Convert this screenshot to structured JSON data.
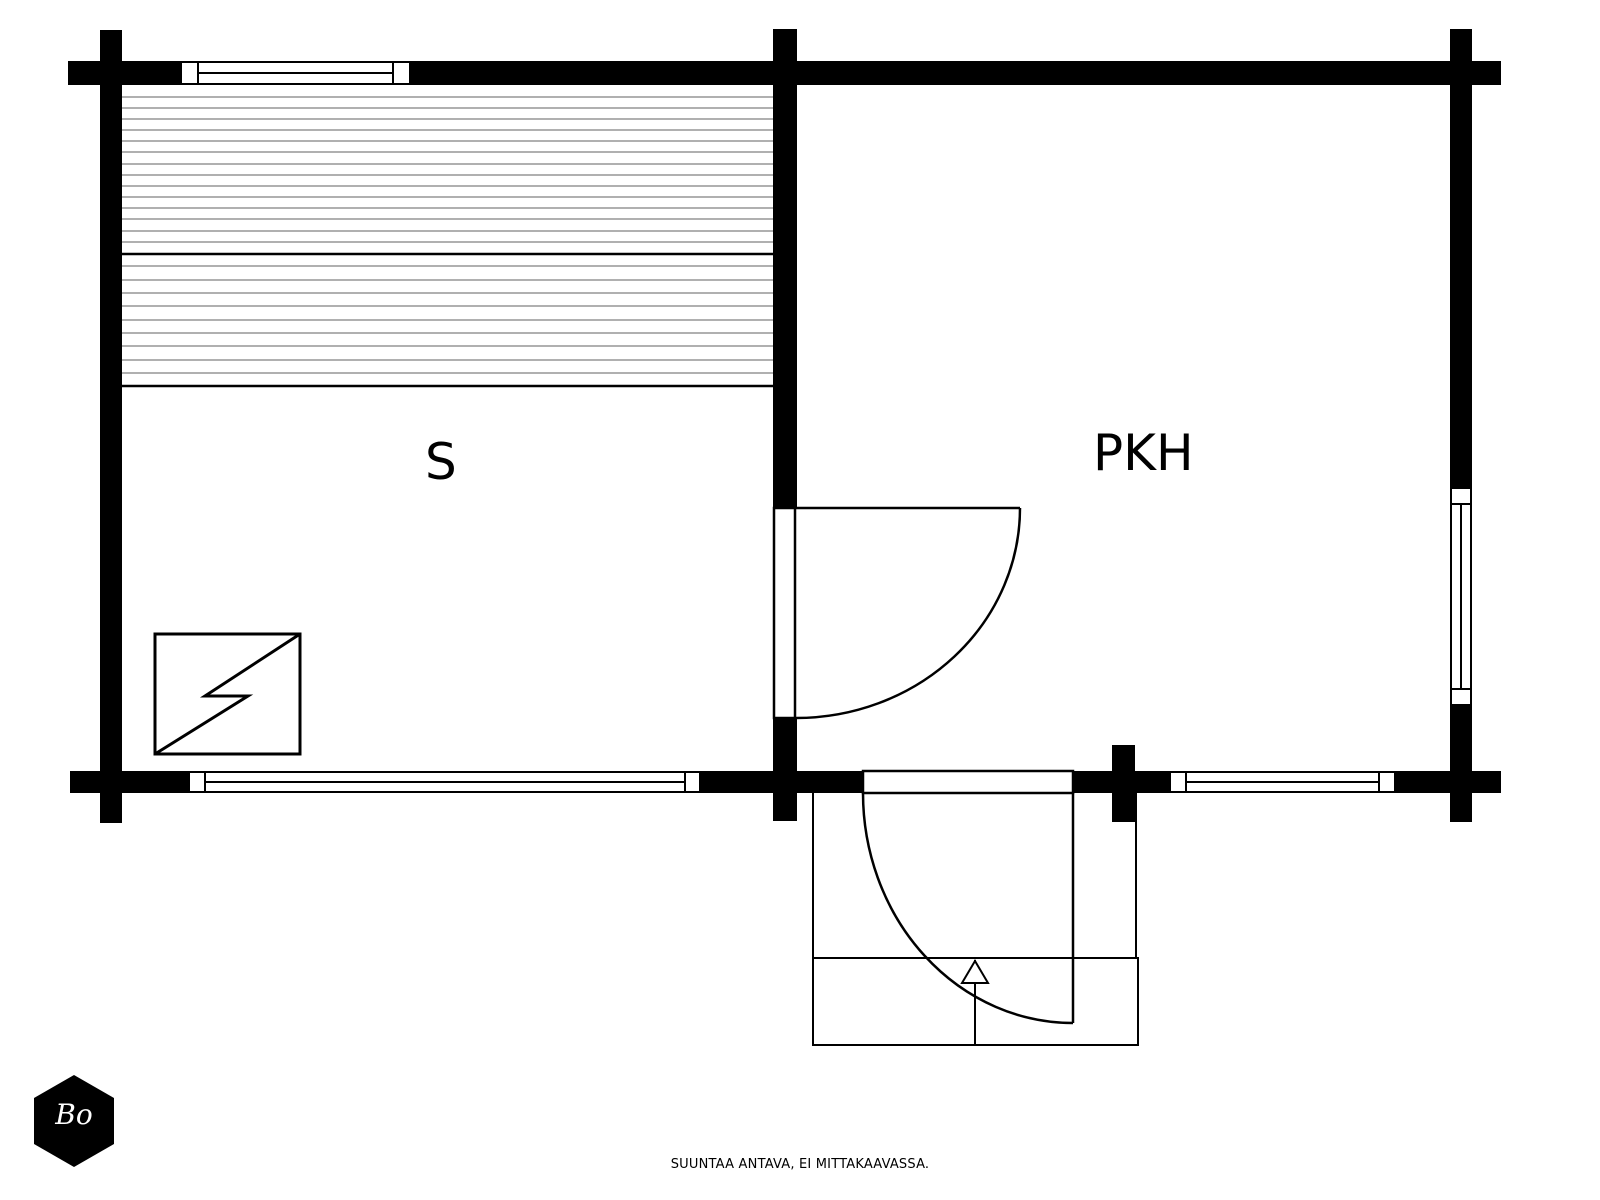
{
  "floorplan": {
    "rooms": [
      {
        "id": "sauna",
        "label": "S"
      },
      {
        "id": "dressing-room",
        "label": "PKH"
      }
    ],
    "fixtures": {
      "stove": "sauna-stove-icon",
      "benches": "sauna-bench-platforms"
    },
    "colors": {
      "wall": "#000000",
      "bench_line": "#b0b0b0",
      "background": "#ffffff"
    }
  },
  "footer": {
    "note": "SUUNTAA ANTAVA, EI MITTAKAAVASSA."
  },
  "logo": {
    "text": "Bo"
  }
}
